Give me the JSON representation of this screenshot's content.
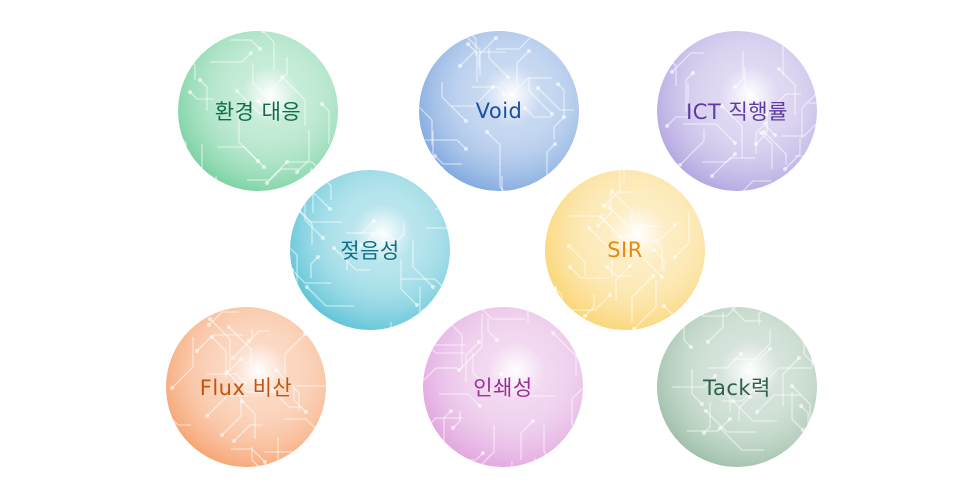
{
  "items": [
    {
      "id": "env",
      "label": "환경 대응",
      "color": "#7fd4a6",
      "text_color": "#0f6b4a"
    },
    {
      "id": "void",
      "label": "Void",
      "color": "#84abe0",
      "text_color": "#1d4fa3"
    },
    {
      "id": "ict",
      "label": "ICT 직행률",
      "color": "#b7a9e2",
      "text_color": "#5e3aa1"
    },
    {
      "id": "wet",
      "label": "젖음성",
      "color": "#63c6d8",
      "text_color": "#0e6f86"
    },
    {
      "id": "sir",
      "label": "SIR",
      "color": "#fbd77a",
      "text_color": "#e58a0c"
    },
    {
      "id": "flux",
      "label": "Flux 비산",
      "color": "#f7a878",
      "text_color": "#c5530e"
    },
    {
      "id": "print",
      "label": "인쇄성",
      "color": "#e2a9e0",
      "text_color": "#9a2f9a"
    },
    {
      "id": "tack",
      "label": "Tack력",
      "color": "#a2c2ad",
      "text_color": "#2f5f4a"
    }
  ]
}
